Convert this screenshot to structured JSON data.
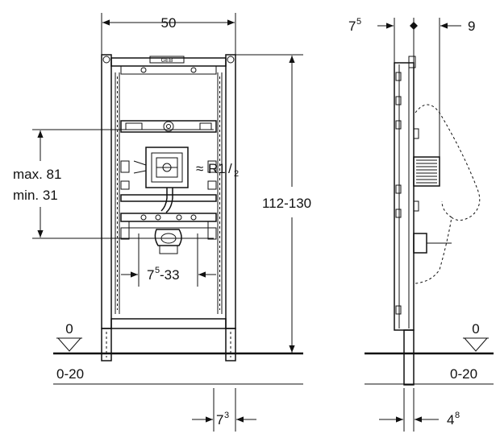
{
  "front_view": {
    "width_dim": "50",
    "height_dim": "112-130",
    "max_label": "max. 81",
    "min_label": "min.  31",
    "connection_symbol": "≈",
    "connection_main": "R1",
    "connection_frac_den": "2",
    "drain_offset_main": "7",
    "drain_offset_sup": "5",
    "drain_offset_rest": "-33",
    "foot_offset_main": "7",
    "foot_offset_sup": "3",
    "floor_level_label": "0",
    "floor_range_label": "0-20",
    "frame_badge_text": "GEB"
  },
  "side_view": {
    "left_dim_main": "7",
    "left_dim_sup": "5",
    "right_dim": "9",
    "bottom_dim_main": "4",
    "bottom_dim_sup": "8",
    "floor_level_label": "0",
    "floor_range_label": "0-20"
  }
}
